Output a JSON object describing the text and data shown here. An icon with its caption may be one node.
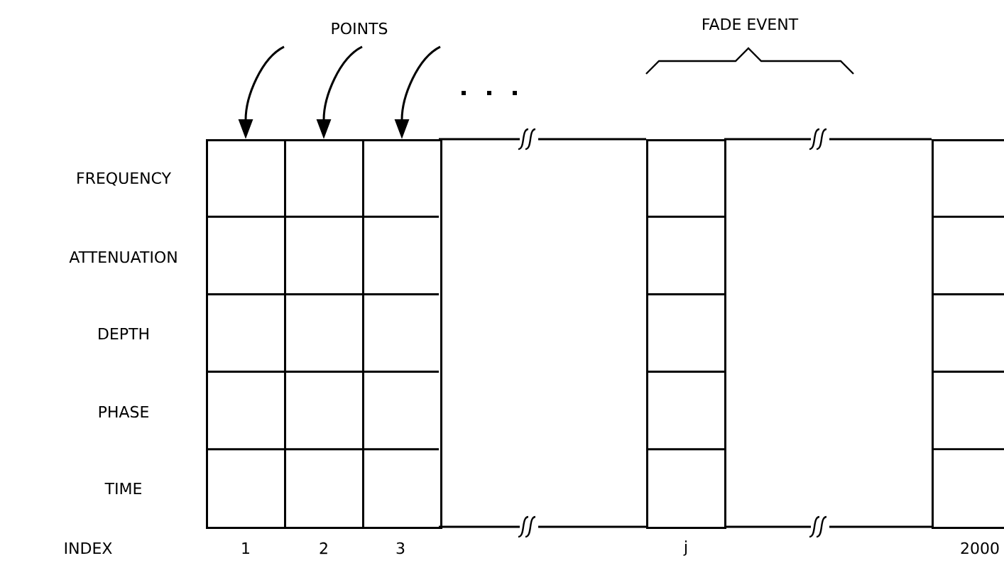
{
  "diagram": {
    "nodes": [
      {
        "text": [
          "POINTS"
        ]
      },
      {
        "text": [],
        "shape": "box"
      },
      {
        "text": [],
        "shape": "box"
      },
      {
        "text": [],
        "shape": "box"
      },
      {
        "text": [],
        "shape": "box"
      },
      {
        "text": [],
        "shape": "box"
      }
    ],
    "edges": [
      {
        "from": 0,
        "to": 1,
        "arrow": "to"
      },
      {
        "from": 0,
        "to": 2,
        "arrow": "to"
      },
      {
        "from": 0,
        "to": 3,
        "arrow": "to"
      }
    ],
    "labels": [
      "FADE EVENT",
      "FREQUENCY",
      "ATTENUATION",
      "DEPTH",
      "PHASE",
      "TIME",
      "INDEX",
      "1",
      "2",
      "3",
      "j",
      "2000"
    ]
  }
}
